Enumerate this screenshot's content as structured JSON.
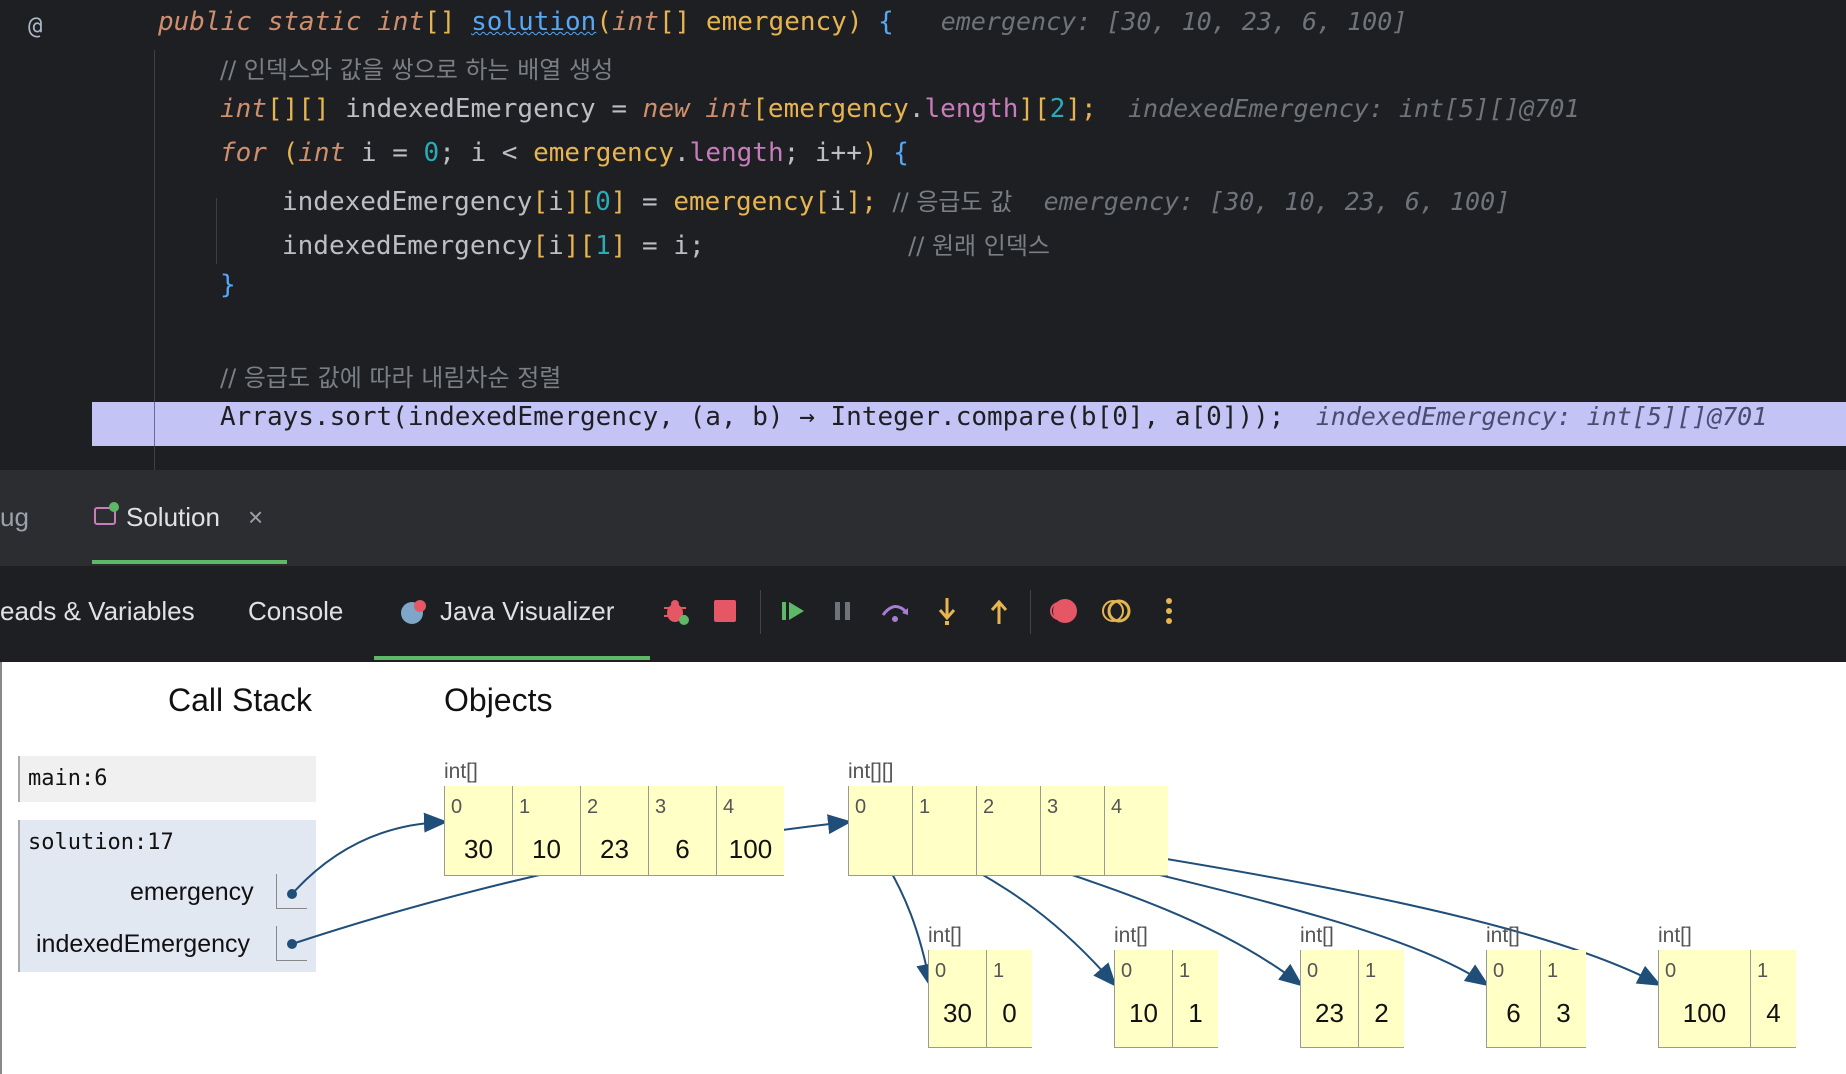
{
  "editor": {
    "gutter_symbol": "@",
    "lines": {
      "l1": {
        "kw": "public static",
        "type": "int",
        "brackets": "[]",
        "fn": "solution",
        "open": "(",
        "ptype": "int",
        "pbr": "[]",
        "pname": "emergency",
        "close": ")",
        "brace": "{",
        "hint": "emergency: [30, 10, 23, 6, 100]"
      },
      "l2": {
        "comment": "// 인덱스와 값을 쌍으로 하는 배열 생성"
      },
      "l3": {
        "type": "int",
        "brackets": "[][]",
        "name": "indexedEmergency",
        "eq": "=",
        "kw": "new",
        "type2": "int",
        "open": "[",
        "ref": "emergency",
        "dot": ".",
        "field": "length",
        "mid": "][",
        "num": "2",
        "end": "];",
        "hint": "indexedEmergency: int[5][]@701"
      },
      "l4": {
        "kw": "for",
        "open": "(",
        "type": "int",
        "pre": "i =",
        "zero": "0",
        "semi": "; i <",
        "ref": "emergency",
        "dot": ".",
        "field": "length",
        "post": "; i++",
        "close": ")",
        "brace": "{"
      },
      "l5": {
        "name": "indexedEmergency",
        "a": "[",
        "i": "i",
        "b": "][",
        "zero": "0",
        "c": "]",
        "eq": "=",
        "ref": "emergency",
        "d": "[",
        "i2": "i",
        "e": "];",
        "comment": "// 응급도 값",
        "hint": "emergency: [30, 10, 23, 6, 100]"
      },
      "l6": {
        "name": "indexedEmergency",
        "a": "[",
        "i": "i",
        "b": "][",
        "one": "1",
        "c": "]",
        "eq": "= i;",
        "comment": "// 원래 인덱스"
      },
      "l7": {
        "brace": "}"
      },
      "l9": {
        "comment": "// 응급도 값에 따라 내림차순 정렬"
      },
      "l10": {
        "code": "Arrays.sort(indexedEmergency, (a, b) → Integer.compare(b[0], a[0]));",
        "hint": "indexedEmergency: int[5][]@701"
      }
    }
  },
  "debug_tabs": {
    "left_partial": "ug",
    "solution": "Solution",
    "close": "×"
  },
  "toolbar": {
    "tabs": [
      "eads & Variables",
      "Console",
      "Java Visualizer"
    ],
    "icons": [
      "debug-restart-icon",
      "stop-icon",
      "resume-icon",
      "pause-icon",
      "step-over-icon",
      "step-into-icon",
      "step-out-icon",
      "view-breakpoints-icon",
      "mute-breakpoints-icon",
      "more-icon"
    ],
    "colors": {
      "stop": "#e55765",
      "resume": "#5fb865",
      "step": "#e6b450",
      "stepover": "#a77ed4",
      "breakpoint": "#e55765"
    }
  },
  "visualizer": {
    "call_stack_title": "Call Stack",
    "objects_title": "Objects",
    "frames": [
      "main:6",
      "solution:17"
    ],
    "vars": [
      "emergency",
      "indexedEmergency"
    ],
    "emergency": {
      "type": "int[]",
      "indices": [
        "0",
        "1",
        "2",
        "3",
        "4"
      ],
      "values": [
        "30",
        "10",
        "23",
        "6",
        "100"
      ]
    },
    "outer": {
      "type": "int[][]",
      "indices": [
        "0",
        "1",
        "2",
        "3",
        "4"
      ]
    },
    "pairs": [
      {
        "type": "int[]",
        "indices": [
          "0",
          "1"
        ],
        "values": [
          "30",
          "0"
        ]
      },
      {
        "type": "int[]",
        "indices": [
          "0",
          "1"
        ],
        "values": [
          "10",
          "1"
        ]
      },
      {
        "type": "int[]",
        "indices": [
          "0",
          "1"
        ],
        "values": [
          "23",
          "2"
        ]
      },
      {
        "type": "int[]",
        "indices": [
          "0",
          "1"
        ],
        "values": [
          "6",
          "3"
        ]
      },
      {
        "type": "int[]",
        "indices": [
          "0",
          "1"
        ],
        "values": [
          "100",
          "4"
        ]
      }
    ],
    "arrow_color": "#1f4e79"
  }
}
